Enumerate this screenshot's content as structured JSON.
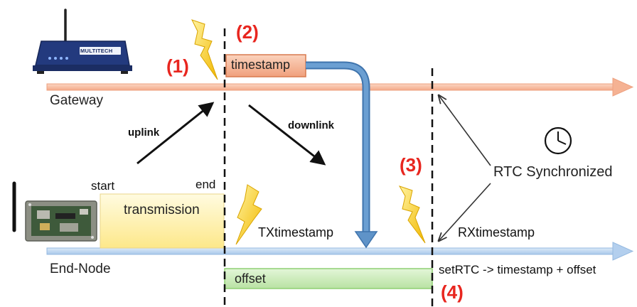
{
  "labels": {
    "gateway": "Gateway",
    "end_node": "End-Node",
    "uplink": "uplink",
    "downlink": "downlink",
    "start": "start",
    "end": "end",
    "transmission": "transmission",
    "timestamp": "timestamp",
    "offset": "offset",
    "tx_timestamp": "TXtimestamp",
    "rx_timestamp": "RXtimestamp",
    "rtc_synchronized": "RTC Synchronized",
    "set_rtc": "setRTC -> timestamp + offset"
  },
  "steps": [
    "(1)",
    "(2)",
    "(3)",
    "(4)"
  ],
  "device_logo": "MULTITECH",
  "icons": {
    "gateway": "gateway-router-icon",
    "end_node": "end-node-board-icon",
    "lightning": "lightning-bolt-icon",
    "clock": "clock-icon"
  },
  "colors": {
    "gateway_line": "#f6b79c",
    "end_node_line": "#b9d4ef",
    "timestamp_box": "#f5b08f",
    "transmission_box": "#fff2a8",
    "offset_box": "#c8eab8",
    "transfer_arrow": "#5f93c8",
    "step_labels": "#e8261f",
    "lightning": "#f5c400"
  }
}
